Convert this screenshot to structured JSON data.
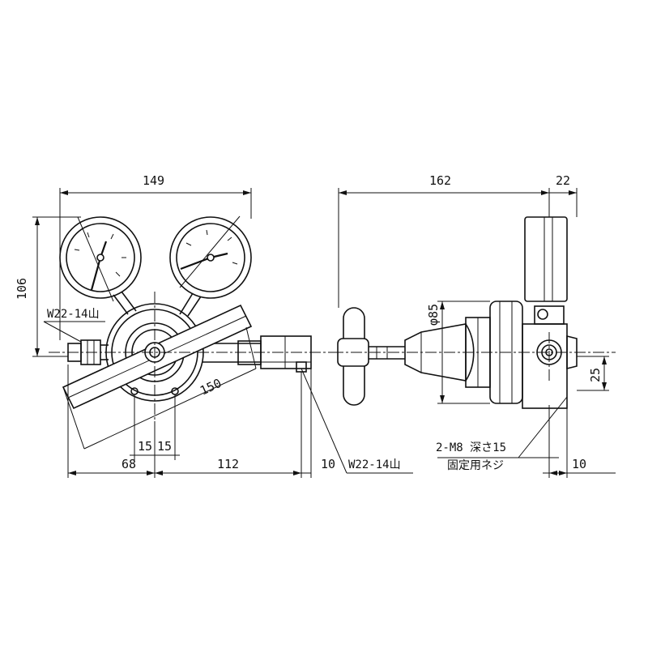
{
  "dimensions": {
    "front_width": "149",
    "front_height": "106",
    "handle_length": "150",
    "bolt_spacing_a": "15",
    "bolt_spacing_b": "15",
    "left_offset": "68",
    "outlet_length": "112",
    "outlet_nut": "10",
    "side_length": "162",
    "side_gauge": "22",
    "body_diameter": "φ85",
    "mount_height": "25",
    "mount_offset": "10"
  },
  "notes": {
    "inlet_thread": "W22-14山",
    "outlet_thread": "W22-14山",
    "mount_screw": "2-M8 深さ15",
    "mount_screw_purpose": "固定用ネジ"
  }
}
